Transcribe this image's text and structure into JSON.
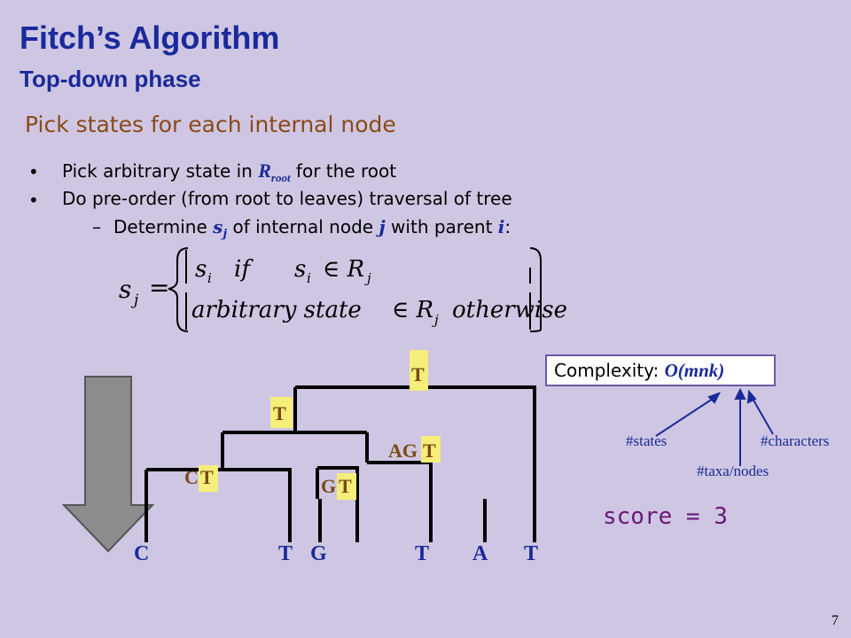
{
  "slide": {
    "title": "Fitch’s Algorithm",
    "subtitle": "Top-down phase",
    "heading": "Pick states for each internal node",
    "bullets": {
      "b1_pre": "Pick arbitrary state in ",
      "b1_sym": "R",
      "b1_sub": "root",
      "b1_post": " for the root",
      "b2": "Do pre-order (from root to leaves) traversal of tree",
      "b3_pre": "Determine ",
      "b3_sym": "s",
      "b3_sub": "j",
      "b3_mid": " of internal node ",
      "b3_j": "j",
      "b3_mid2": " with parent ",
      "b3_i": "i",
      "b3_end": ":"
    },
    "formula": {
      "lhs": "s",
      "lhs_sub": "j",
      "case1_a": "s",
      "case1_a_sub": "i",
      "case1_if": "if",
      "case1_b": "s",
      "case1_b_sub": "i",
      "case1_in": "∈ R",
      "case1_in_sub": "j",
      "case2_a": "arbitrary state",
      "case2_in": "∈ R",
      "case2_in_sub": "j",
      "case2_other": "otherwise"
    },
    "tree": {
      "leaves": [
        "C",
        "T",
        "G",
        "T",
        "A",
        "T"
      ],
      "root_label": "T",
      "node_left_label": "T",
      "node_ct_plain": "C",
      "node_ct_hl": "T",
      "node_agt_plain": "AG",
      "node_agt_hl": "T",
      "node_gt_plain": "G",
      "node_gt_hl": "T"
    },
    "complexity": {
      "label": "Complexity: ",
      "value": "O(mnk)",
      "states": "#states",
      "taxa": "#taxa/nodes",
      "characters": "#characters"
    },
    "score": "score = 3",
    "page_number": "7",
    "colors": {
      "background": "#cfc6e3",
      "title": "#1a2a9a",
      "heading": "#8a4a16",
      "highlight": "#f5ee7a",
      "arrow": "#8c8c8c",
      "score": "#6a1878"
    }
  }
}
